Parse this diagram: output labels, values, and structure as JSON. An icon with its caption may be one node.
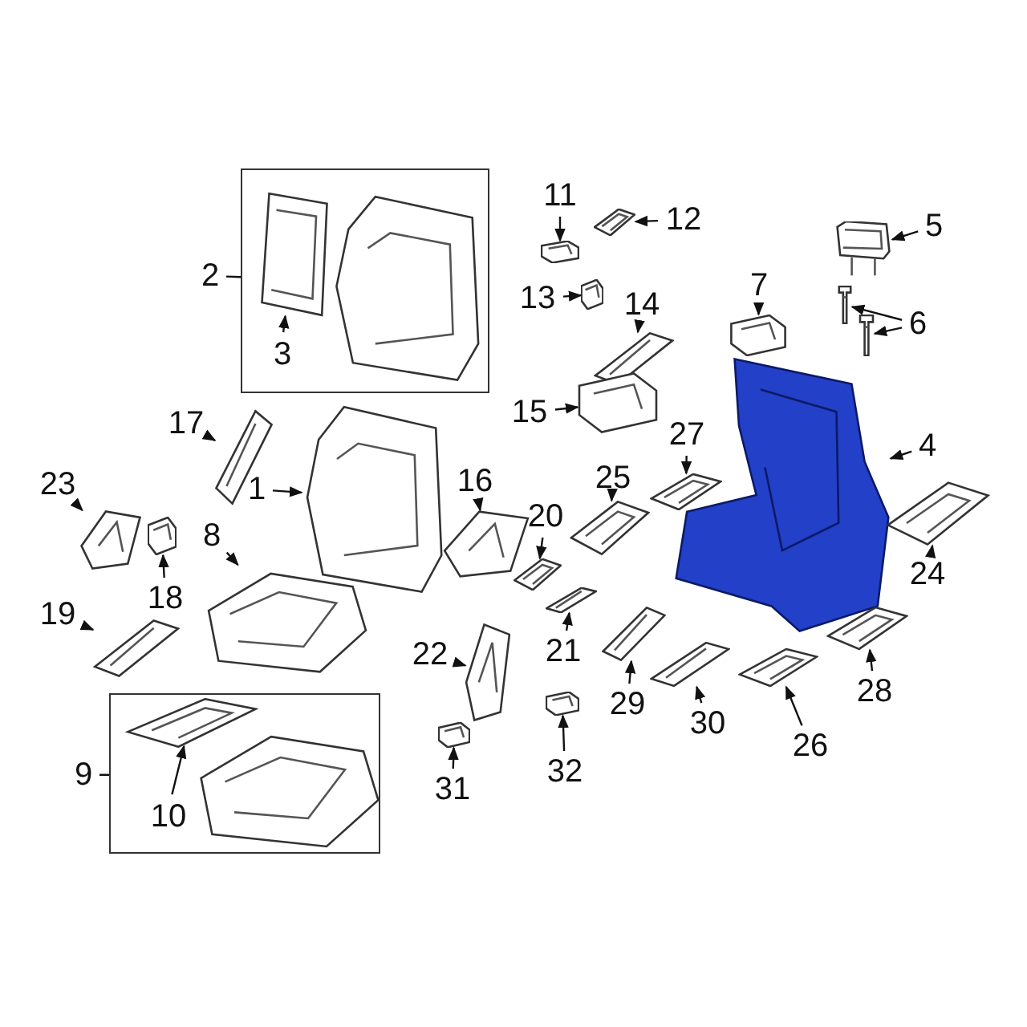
{
  "diagram": {
    "nodes": [
      {
        "text": [],
        "shape": "box"
      },
      {
        "text": [
          "2"
        ]
      },
      {
        "text": [],
        "shape": "picture",
        "in": 0
      },
      {
        "text": [
          "3"
        ],
        "in": 0
      },
      {
        "text": [],
        "shape": "picture",
        "in": 0
      },
      {
        "text": [
          "1"
        ]
      },
      {
        "text": [],
        "shape": "picture"
      },
      {
        "text": [
          "4"
        ]
      },
      {
        "text": [],
        "shape": "picture"
      },
      {
        "text": [
          "5"
        ]
      },
      {
        "text": [],
        "shape": "picture"
      },
      {
        "text": [
          "6"
        ]
      },
      {
        "text": [],
        "shape": "picture"
      },
      {
        "text": [],
        "shape": "picture"
      },
      {
        "text": [
          "7"
        ]
      },
      {
        "text": [],
        "shape": "picture"
      },
      {
        "text": [
          "8"
        ]
      },
      {
        "text": [],
        "shape": "picture"
      },
      {
        "text": [],
        "shape": "box"
      },
      {
        "text": [
          "9"
        ]
      },
      {
        "text": [],
        "shape": "picture",
        "in": 18
      },
      {
        "text": [
          "10"
        ],
        "in": 18
      },
      {
        "text": [],
        "shape": "picture",
        "in": 18
      },
      {
        "text": [
          "11"
        ]
      },
      {
        "text": [],
        "shape": "picture"
      },
      {
        "text": [
          "12"
        ]
      },
      {
        "text": [],
        "shape": "picture"
      },
      {
        "text": [
          "13"
        ]
      },
      {
        "text": [],
        "shape": "picture"
      },
      {
        "text": [
          "14"
        ]
      },
      {
        "text": [],
        "shape": "picture"
      },
      {
        "text": [
          "15"
        ]
      },
      {
        "text": [],
        "shape": "picture"
      },
      {
        "text": [
          "16"
        ]
      },
      {
        "text": [],
        "shape": "picture"
      },
      {
        "text": [
          "17"
        ]
      },
      {
        "text": [],
        "shape": "picture"
      },
      {
        "text": [
          "18"
        ]
      },
      {
        "text": [],
        "shape": "picture"
      },
      {
        "text": [
          "19"
        ]
      },
      {
        "text": [],
        "shape": "picture"
      },
      {
        "text": [
          "20"
        ]
      },
      {
        "text": [],
        "shape": "picture"
      },
      {
        "text": [
          "21"
        ]
      },
      {
        "text": [],
        "shape": "picture"
      },
      {
        "text": [
          "22"
        ]
      },
      {
        "text": [],
        "shape": "picture"
      },
      {
        "text": [
          "23"
        ]
      },
      {
        "text": [],
        "shape": "picture"
      },
      {
        "text": [
          "24"
        ]
      },
      {
        "text": [],
        "shape": "picture"
      },
      {
        "text": [
          "25"
        ]
      },
      {
        "text": [],
        "shape": "picture"
      },
      {
        "text": [
          "26"
        ]
      },
      {
        "text": [],
        "shape": "picture"
      },
      {
        "text": [
          "27"
        ]
      },
      {
        "text": [],
        "shape": "picture"
      },
      {
        "text": [
          "28"
        ]
      },
      {
        "text": [],
        "shape": "picture"
      },
      {
        "text": [
          "29"
        ]
      },
      {
        "text": [],
        "shape": "picture"
      },
      {
        "text": [
          "30"
        ]
      },
      {
        "text": [],
        "shape": "picture"
      },
      {
        "text": [
          "31"
        ]
      },
      {
        "text": [],
        "shape": "picture"
      },
      {
        "text": [
          "32"
        ]
      },
      {
        "text": [],
        "shape": "picture"
      }
    ],
    "edges": [
      {
        "from": 1,
        "to": 0,
        "arrow": "none"
      },
      {
        "from": 3,
        "to": 2,
        "arrow": "to"
      },
      {
        "from": 5,
        "to": 6,
        "arrow": "to"
      },
      {
        "from": 7,
        "to": 8,
        "arrow": "to"
      },
      {
        "from": 9,
        "to": 10,
        "arrow": "to"
      },
      {
        "from": 11,
        "to": 12,
        "arrow": "to"
      },
      {
        "from": 11,
        "to": 13,
        "arrow": "to"
      },
      {
        "from": 14,
        "to": 15,
        "arrow": "to"
      },
      {
        "from": 16,
        "to": 17,
        "arrow": "to"
      },
      {
        "from": 19,
        "to": 18,
        "arrow": "none"
      },
      {
        "from": 21,
        "to": 20,
        "arrow": "to"
      },
      {
        "from": 23,
        "to": 24,
        "arrow": "to"
      },
      {
        "from": 25,
        "to": 26,
        "arrow": "to"
      },
      {
        "from": 27,
        "to": 28,
        "arrow": "to"
      },
      {
        "from": 29,
        "to": 30,
        "arrow": "to"
      },
      {
        "from": 31,
        "to": 32,
        "arrow": "to"
      },
      {
        "from": 33,
        "to": 34,
        "arrow": "to"
      },
      {
        "from": 35,
        "to": 36,
        "arrow": "to"
      },
      {
        "from": 37,
        "to": 38,
        "arrow": "to"
      },
      {
        "from": 39,
        "to": 40,
        "arrow": "to"
      },
      {
        "from": 41,
        "to": 42,
        "arrow": "to"
      },
      {
        "from": 43,
        "to": 44,
        "arrow": "to"
      },
      {
        "from": 45,
        "to": 46,
        "arrow": "to"
      },
      {
        "from": 47,
        "to": 48,
        "arrow": "to"
      },
      {
        "from": 49,
        "to": 50,
        "arrow": "to"
      },
      {
        "from": 51,
        "to": 52,
        "arrow": "to"
      },
      {
        "from": 53,
        "to": 54,
        "arrow": "to"
      },
      {
        "from": 55,
        "to": 56,
        "arrow": "to"
      },
      {
        "from": 57,
        "to": 58,
        "arrow": "to"
      },
      {
        "from": 59,
        "to": 60,
        "arrow": "to"
      },
      {
        "from": 61,
        "to": 62,
        "arrow": "to"
      },
      {
        "from": 63,
        "to": 64,
        "arrow": "to"
      },
      {
        "from": 65,
        "to": 66,
        "arrow": "to"
      }
    ]
  }
}
